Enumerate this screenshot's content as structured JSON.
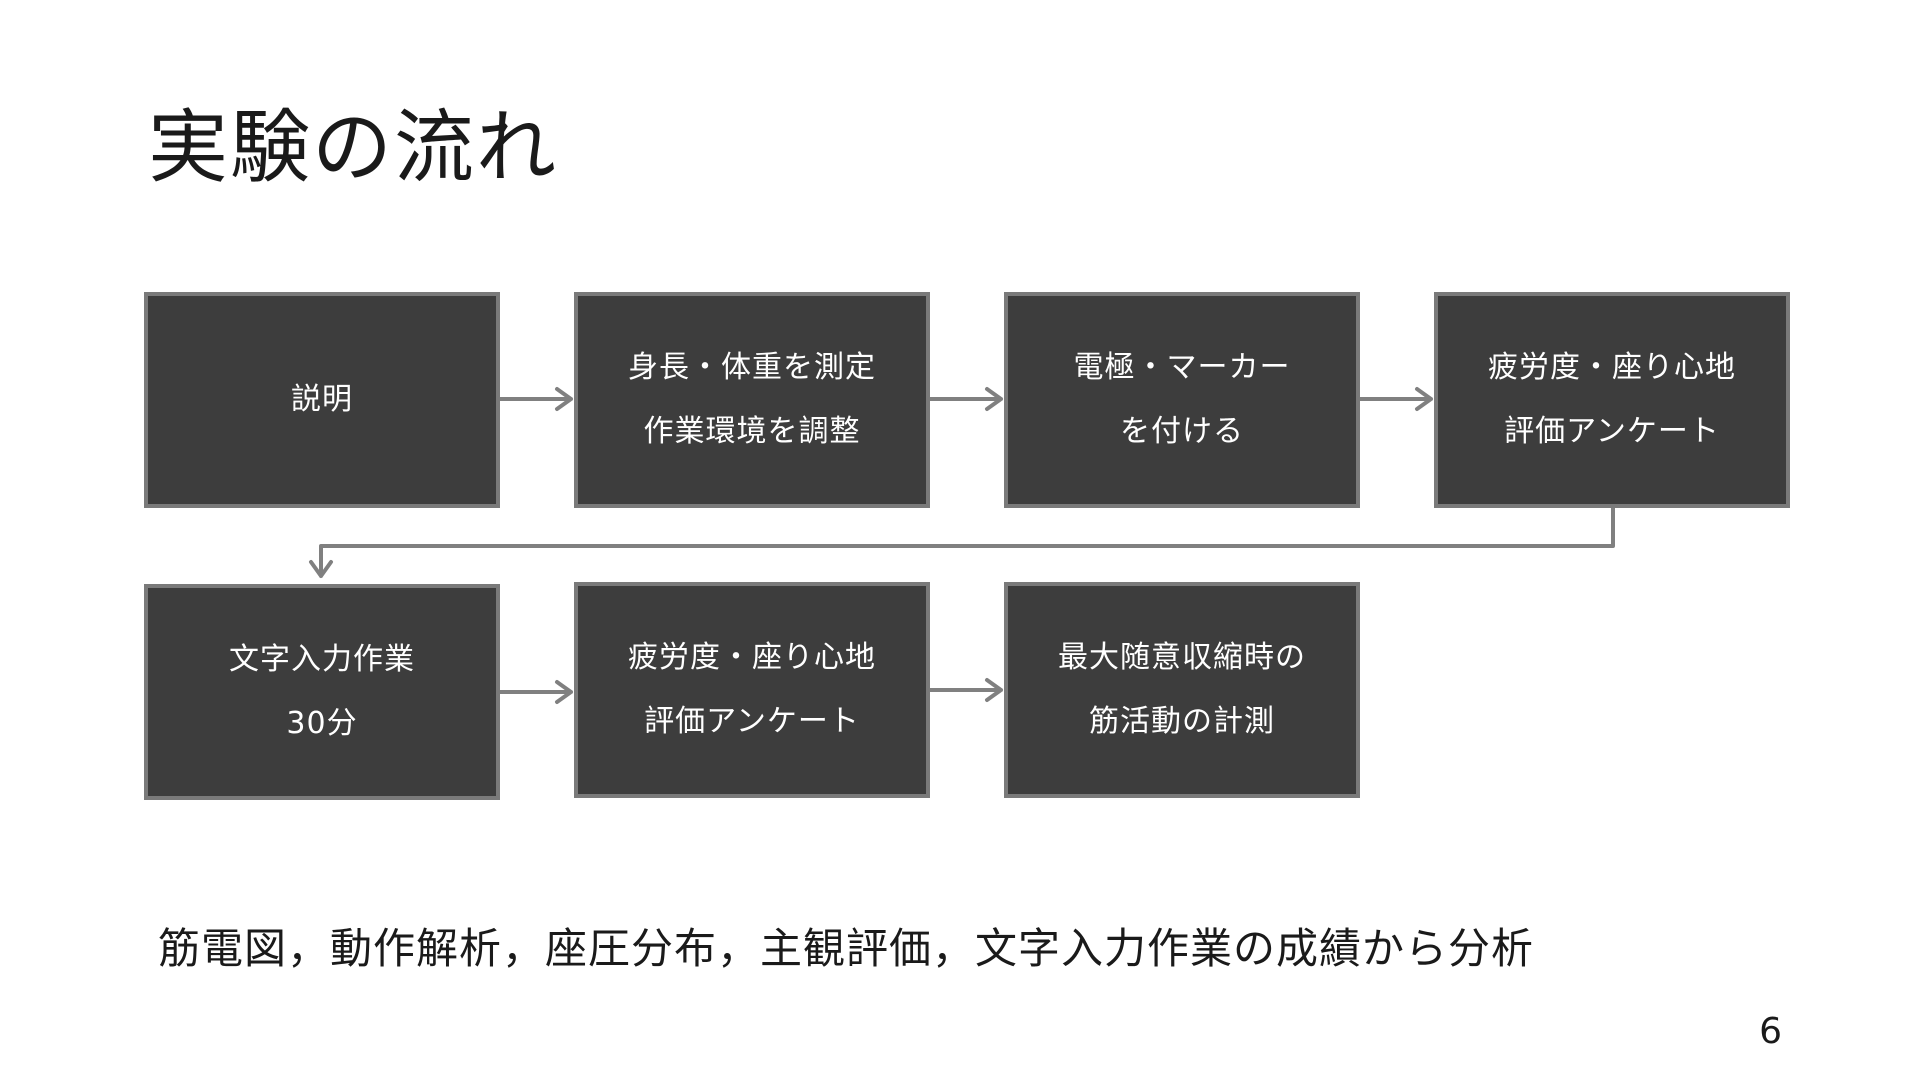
{
  "title": "実験の流れ",
  "steps": [
    {
      "id": "s1",
      "lines": [
        "説明"
      ]
    },
    {
      "id": "s2",
      "lines": [
        "身長・体重を測定",
        "作業環境を調整"
      ]
    },
    {
      "id": "s3",
      "lines": [
        "電極・マーカー",
        "を付ける"
      ]
    },
    {
      "id": "s4",
      "lines": [
        "疲労度・座り心地",
        "評価アンケート"
      ]
    },
    {
      "id": "s5",
      "lines": [
        "文字入力作業",
        "30分"
      ]
    },
    {
      "id": "s6",
      "lines": [
        "疲労度・座り心地",
        "評価アンケート"
      ]
    },
    {
      "id": "s7",
      "lines": [
        "最大随意収縮時の",
        "筋活動の計測"
      ]
    }
  ],
  "edges": [
    {
      "from": "s1",
      "to": "s2"
    },
    {
      "from": "s2",
      "to": "s3"
    },
    {
      "from": "s3",
      "to": "s4"
    },
    {
      "from": "s4",
      "to": "s5"
    },
    {
      "from": "s5",
      "to": "s6"
    },
    {
      "from": "s6",
      "to": "s7"
    }
  ],
  "footer": "筋電図，動作解析，座圧分布，主観評価，文字入力作業の成績から分析",
  "page_number": "6",
  "colors": {
    "box_fill": "#3d3d3d",
    "box_border": "#7a7a7a",
    "box_text": "#ffffff",
    "connector": "#808080",
    "text": "#1a1a1a"
  }
}
